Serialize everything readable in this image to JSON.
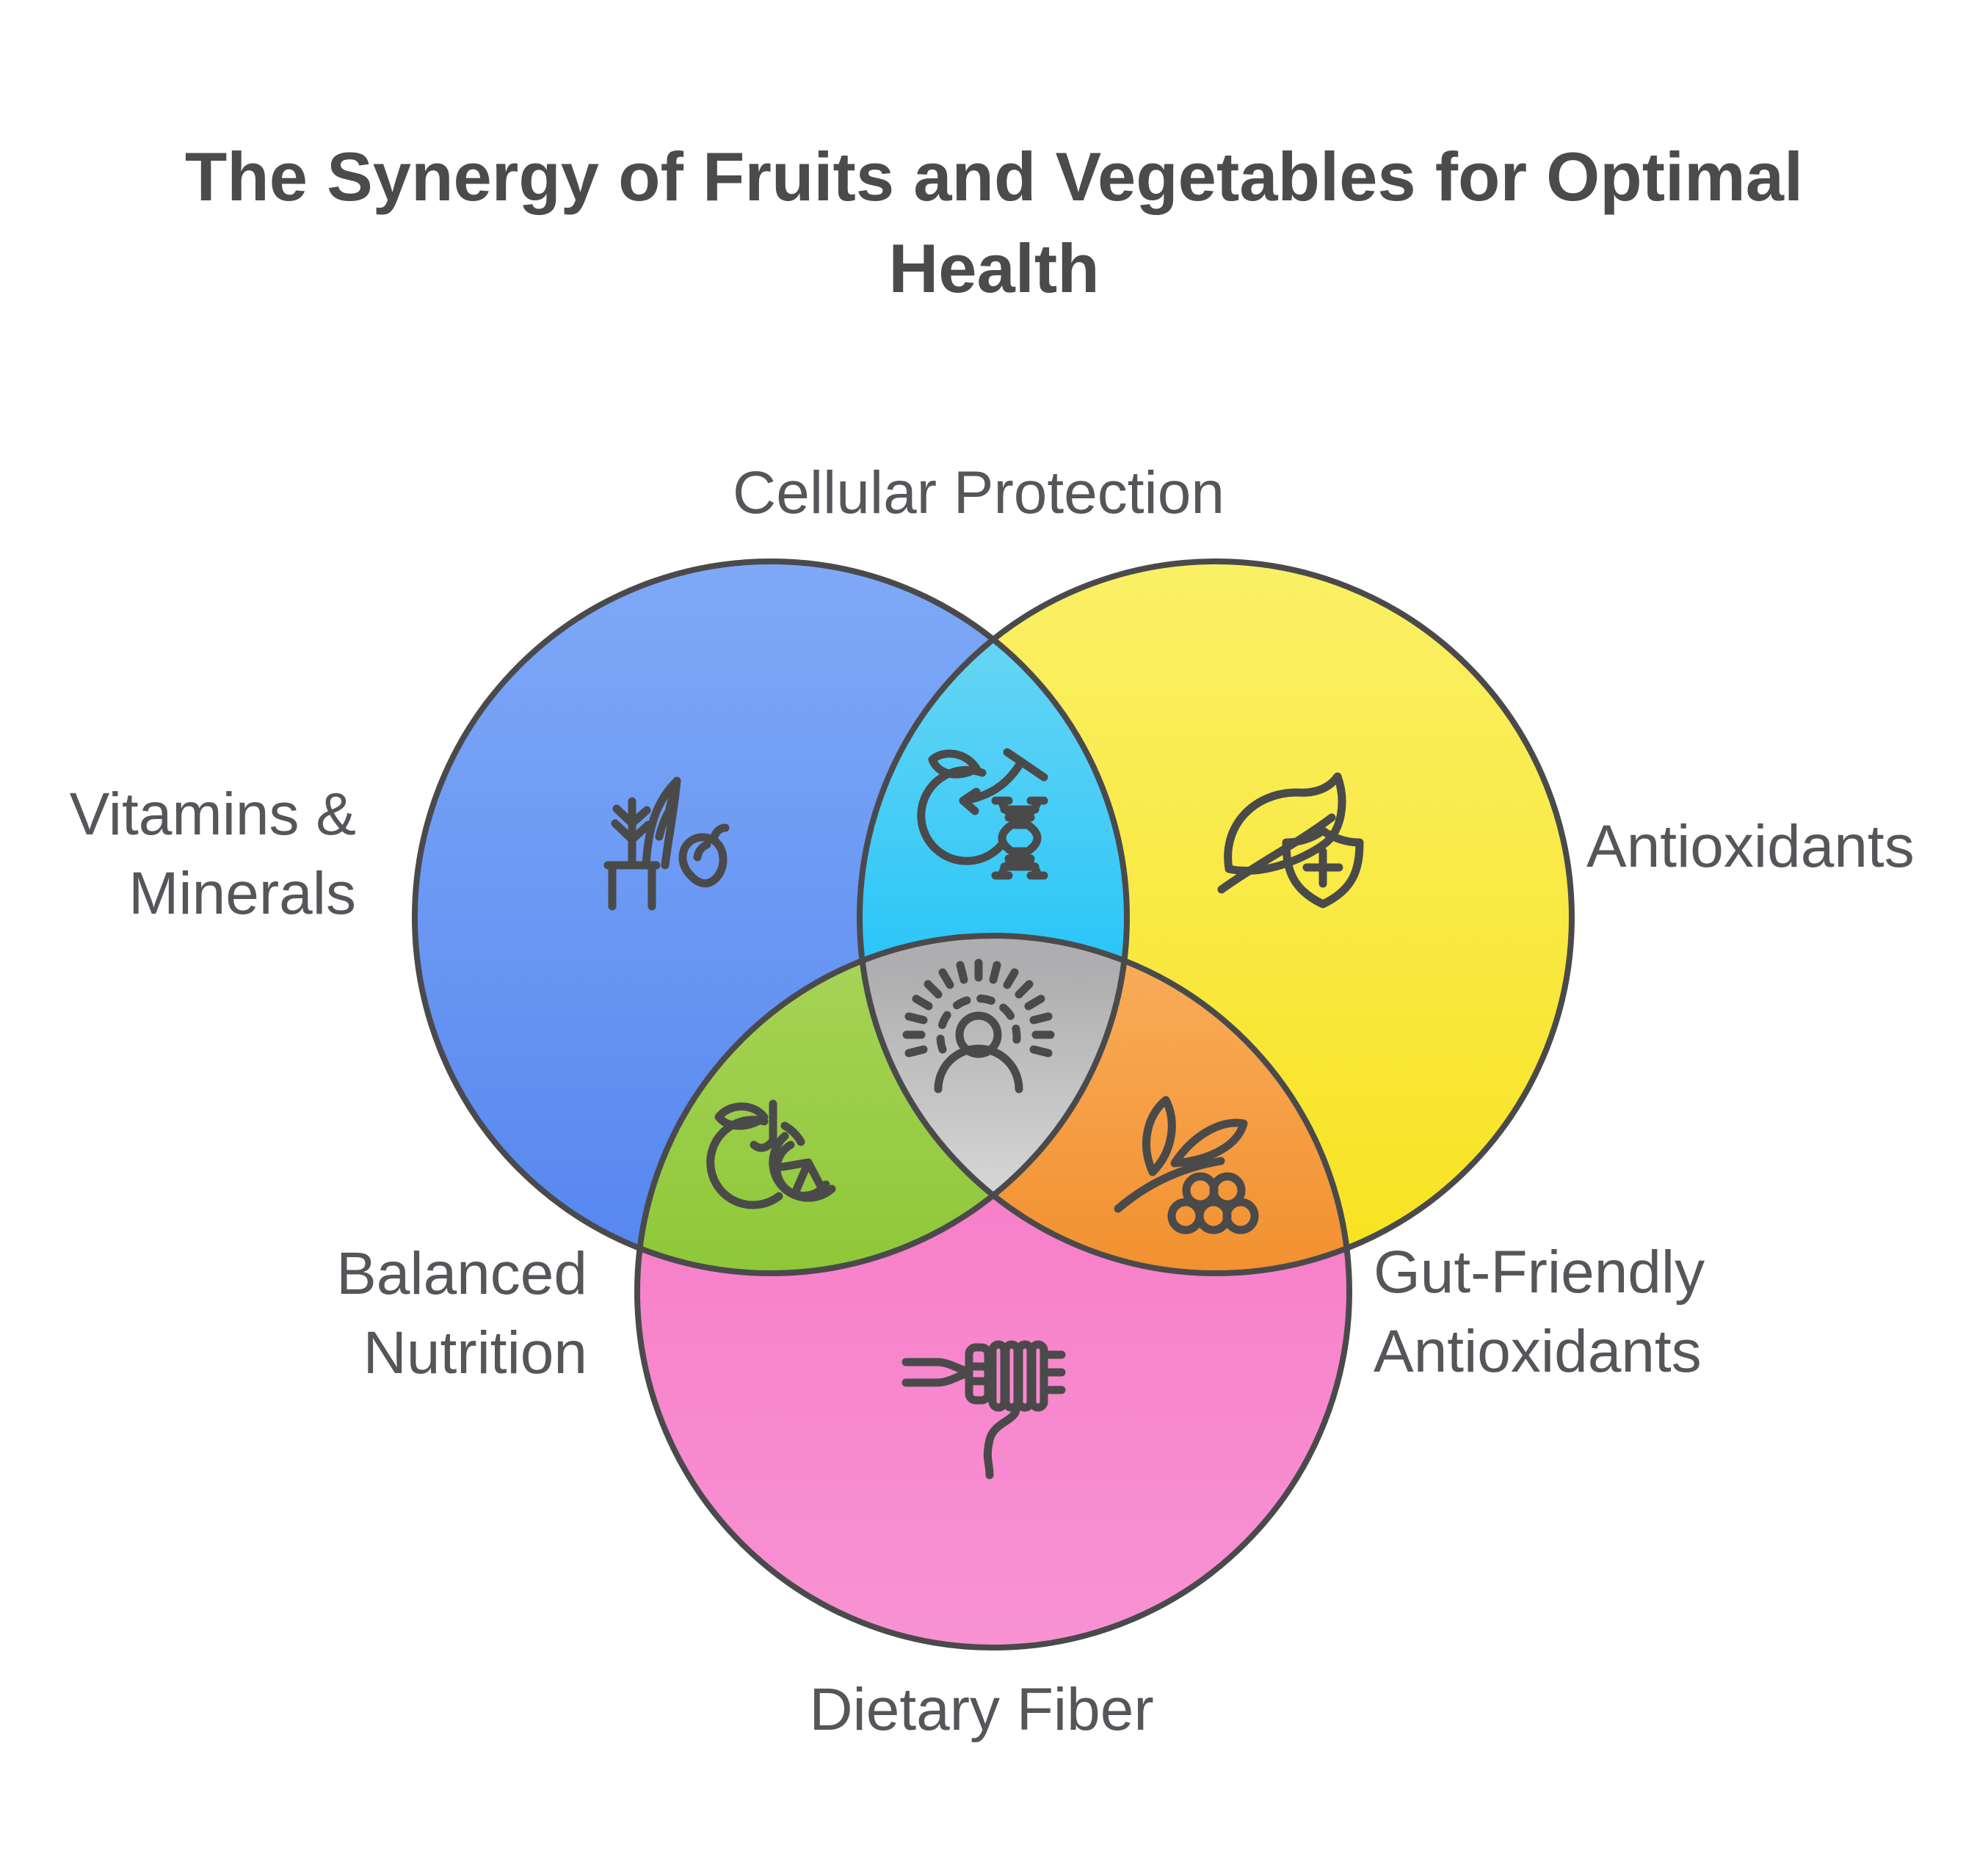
{
  "title": "The Synergy of Fruits and Vegetables for Optimal\nHealth",
  "regions": {
    "vitamins_minerals": {
      "label": "Vitamins &\nMinerals",
      "icon": "plant-sprig-and-lemon",
      "color_top": "#7FA9F7",
      "color_bottom": "#5586EF"
    },
    "antioxidants": {
      "label": "Antioxidants",
      "icon": "leaf-with-medical-shield",
      "color_top": "#FAF066",
      "color_bottom": "#F8E21F"
    },
    "dietary_fiber": {
      "label": "Dietary Fiber",
      "icon": "fork-with-noodles",
      "color_top": "#F675C3",
      "color_bottom": "#F892D3"
    },
    "cellular_protection": {
      "label": "Cellular Protection",
      "icon": "apple-with-dna-helix",
      "color_top": "#67D5F4",
      "color_bottom": "#28C5F8"
    },
    "balanced_nutrition": {
      "label": "Balanced\nNutrition",
      "icon": "apple-with-citrus-slice",
      "color_top": "#A6D355",
      "color_bottom": "#8CC636"
    },
    "gut_friendly_antioxidants": {
      "label": "Gut-Friendly\nAntioxidants",
      "icon": "berries-with-leaves",
      "color_top": "#F9AB58",
      "color_bottom": "#F18E2C"
    },
    "optimal_health_core": {
      "icon": "radiant-person",
      "color_top": "#AEAEB0",
      "color_bottom": "#D7D7D7"
    }
  },
  "colors": {
    "outline": "#4A4A4C",
    "icon_stroke": "#4A4A4A",
    "title_text": "#4B4B4E",
    "label_text": "#55555A",
    "background": "#FFFFFF"
  }
}
